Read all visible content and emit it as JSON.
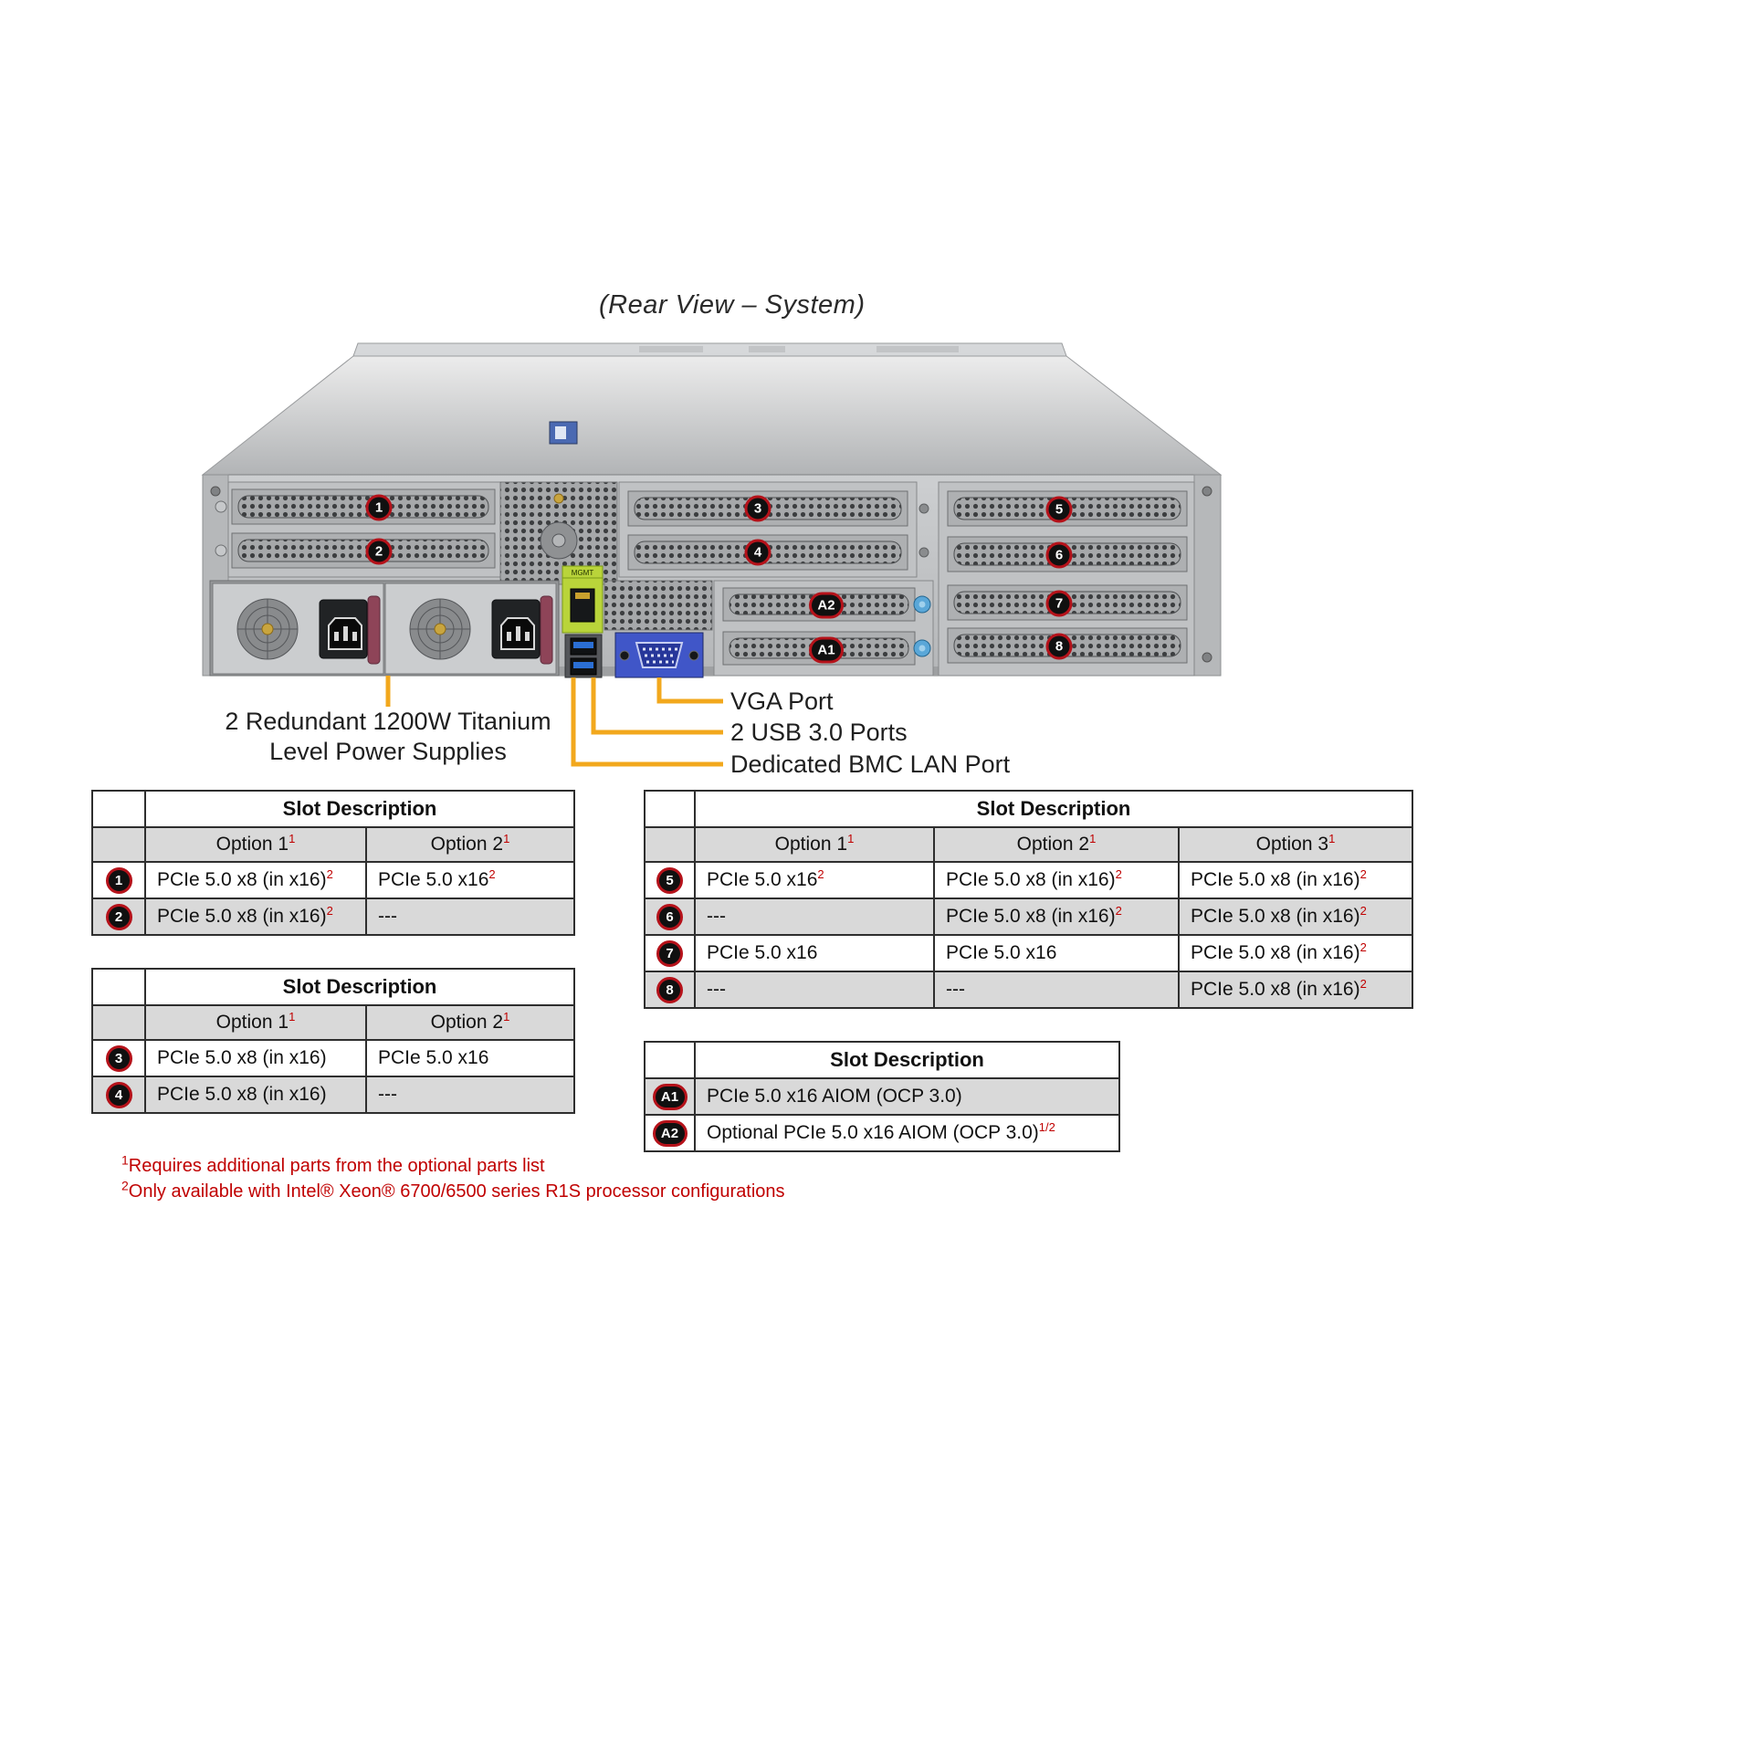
{
  "title": "(Rear View – System)",
  "colors": {
    "badge_ring": "#b5121a",
    "footnote_red": "#c00000",
    "callout_line": "#f2a81d",
    "mgmt_green": "#b9d43a",
    "vga_blue": "#4056c8",
    "usb_blue": "#2b6fd4",
    "table_header_gray": "#d9d9d9"
  },
  "chassis": {
    "mgmt_label": "MGMT",
    "badges": [
      "1",
      "2",
      "3",
      "4",
      "5",
      "6",
      "7",
      "8",
      "A2",
      "A1"
    ]
  },
  "callouts": {
    "psu_line1": "2 Redundant 1200W Titanium",
    "psu_line2": "Level Power Supplies",
    "vga_label": "VGA Port",
    "usb_label": "2 USB 3.0 Ports",
    "bmc_label": "Dedicated BMC LAN Port"
  },
  "table_slots_1_2": {
    "title": "Slot Description",
    "opt1": "Option 1",
    "opt1_sup": "1",
    "opt2": "Option 2",
    "opt2_sup": "1",
    "rows": [
      {
        "badge": "1",
        "c1": "PCIe 5.0 x8 (in x16)",
        "c1_sup": "2",
        "c2": "PCIe 5.0 x16",
        "c2_sup": "2"
      },
      {
        "badge": "2",
        "c1": "PCIe 5.0 x8 (in x16)",
        "c1_sup": "2",
        "c2": "---"
      }
    ]
  },
  "table_slots_3_4": {
    "title": "Slot Description",
    "opt1": "Option 1",
    "opt1_sup": "1",
    "opt2": "Option 2",
    "opt2_sup": "1",
    "rows": [
      {
        "badge": "3",
        "c1": "PCIe 5.0 x8 (in x16)",
        "c2": "PCIe 5.0 x16"
      },
      {
        "badge": "4",
        "c1": "PCIe 5.0 x8 (in x16)",
        "c2": "---"
      }
    ]
  },
  "table_slots_5_8": {
    "title": "Slot Description",
    "opt1": "Option 1",
    "opt1_sup": "1",
    "opt2": "Option 2",
    "opt2_sup": "1",
    "opt3": "Option 3",
    "opt3_sup": "1",
    "rows": [
      {
        "badge": "5",
        "c1": "PCIe 5.0 x16",
        "c1_sup": "2",
        "c2": "PCIe 5.0 x8 (in x16)",
        "c2_sup": "2",
        "c3": "PCIe 5.0 x8 (in x16)",
        "c3_sup": "2"
      },
      {
        "badge": "6",
        "c1": "---",
        "c2": "PCIe 5.0 x8 (in x16)",
        "c2_sup": "2",
        "c3": "PCIe 5.0 x8 (in x16)",
        "c3_sup": "2"
      },
      {
        "badge": "7",
        "c1": "PCIe 5.0 x16",
        "c2": "PCIe 5.0 x16",
        "c3": "PCIe 5.0 x8 (in x16)",
        "c3_sup": "2"
      },
      {
        "badge": "8",
        "c1": "---",
        "c2": "---",
        "c3": "PCIe 5.0 x8 (in x16)",
        "c3_sup": "2"
      }
    ]
  },
  "table_aiom": {
    "title": "Slot Description",
    "rows": [
      {
        "badge": "A1",
        "c1": "PCIe 5.0 x16 AIOM (OCP 3.0)"
      },
      {
        "badge": "A2",
        "c1": "Optional PCIe 5.0 x16 AIOM (OCP 3.0)",
        "c1_sup": "1/2"
      }
    ]
  },
  "footnotes": [
    {
      "sup": "1",
      "text": "Requires additional parts from the optional parts list"
    },
    {
      "sup": "2",
      "text": "Only available with Intel® Xeon® 6700/6500 series R1S processor configurations"
    }
  ]
}
